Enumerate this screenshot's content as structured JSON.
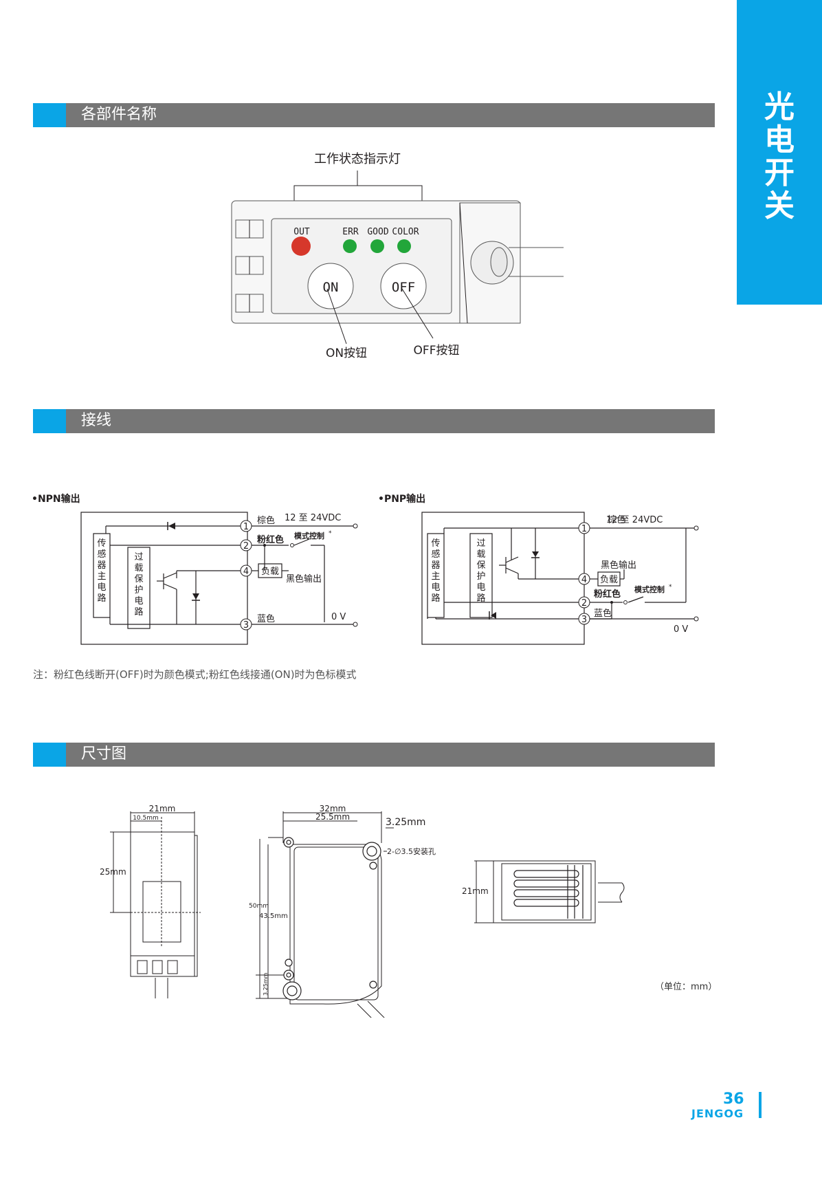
{
  "side_tab": [
    "光",
    "电",
    "开",
    "关"
  ],
  "sections": {
    "parts": "各部件名称",
    "wiring": "接线",
    "dims": "尺寸图"
  },
  "panel": {
    "indicator_title": "工作状态指示灯",
    "out": "OUT",
    "err": "ERR",
    "good": "GOOD",
    "color": "COLOR",
    "on": "ON",
    "off": "OFF",
    "on_btn": "ON按钮",
    "off_btn": "OFF按钮",
    "colors": {
      "out_led": "#d6382b",
      "status_led": "#22a63a"
    }
  },
  "npn": {
    "title": "•NPN输出",
    "sensor": "传感器主电路",
    "protect": "过载保护电路",
    "brown": "棕色",
    "supply": "12 至 24VDC",
    "pink": "粉红色",
    "mode": "模式控制",
    "star": "*",
    "load": "负载",
    "black": "黑色输出",
    "blue": "蓝色",
    "zero": "0 V",
    "n1": "1",
    "n2": "2",
    "n3": "3",
    "n4": "4"
  },
  "pnp": {
    "title": "•PNP输出",
    "sensor": "传感器主电路",
    "protect": "过载保护电路",
    "brown": "棕色",
    "supply": "12 至 24VDC",
    "black": "黑色输出",
    "load": "负载",
    "pink": "粉红色",
    "mode": "模式控制",
    "star": "*",
    "blue": "蓝色",
    "zero": "0 V",
    "n1": "1",
    "n2": "2",
    "n3": "3",
    "n4": "4"
  },
  "note": "注：粉红色线断开(OFF)时为颜色模式;粉红色线接通(ON)时为色标模式",
  "dims": {
    "w21": "21mm",
    "w105": "10.5mm",
    "h25": "25mm",
    "w32": "32mm",
    "w255": "25.5mm",
    "d325": "3.25mm",
    "hole": "2-∅3.5安装孔",
    "h50": "50mm",
    "h435": "43.5mm",
    "h325": "3.25mm",
    "side21": "21mm",
    "unit": "（单位：mm）"
  },
  "footer": {
    "page": "36",
    "brand": "JENGOG"
  }
}
